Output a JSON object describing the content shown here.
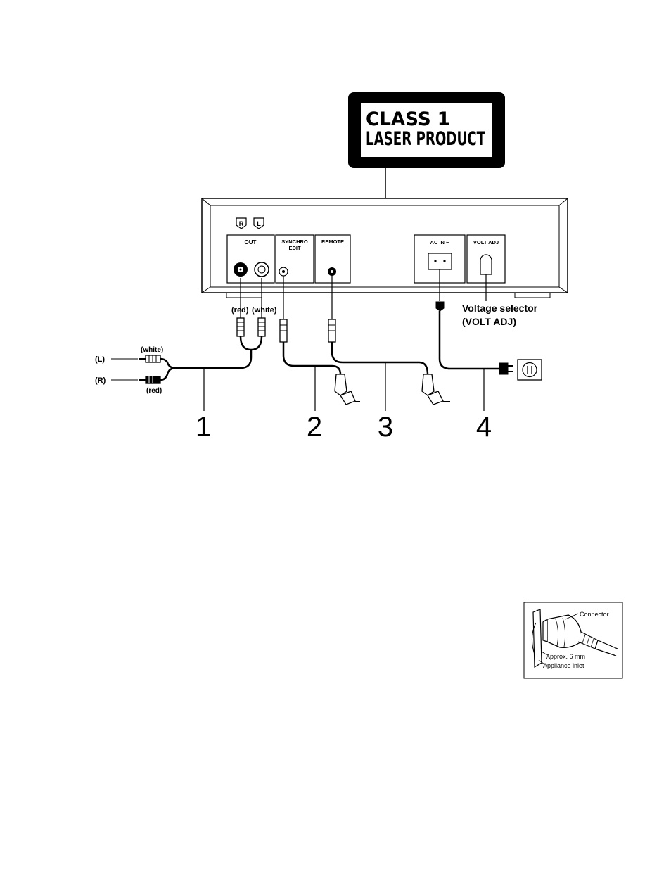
{
  "laser_label": {
    "line1": "CLASS 1",
    "line2": "LASER PRODUCT"
  },
  "panel": {
    "channel_r": "R",
    "channel_l": "L",
    "out": "OUT",
    "synchro_line1": "SYNCHRO",
    "synchro_line2": "EDIT",
    "remote": "REMOTE",
    "ac_in": "AC IN ~",
    "volt_adj": "VOLT ADJ"
  },
  "annotations": {
    "red_jack": "(red)",
    "white_jack": "(white)",
    "voltage_selector": "Voltage selector",
    "voltage_selector_sub": "(VOLT ADJ)",
    "plug_white": "(white)",
    "plug_red": "(red)",
    "left": "(L)",
    "right": "(R)"
  },
  "cable_numbers": [
    "1",
    "2",
    "3",
    "4"
  ],
  "inset": {
    "connector": "Connector",
    "approx": "Approx. 6 mm",
    "appliance_inlet": "Appliance inlet"
  },
  "colors": {
    "ink": "#000000",
    "paper": "#ffffff"
  }
}
